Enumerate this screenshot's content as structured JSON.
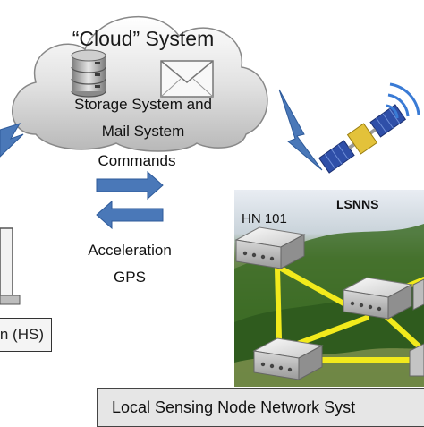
{
  "cloud": {
    "title": "“Cloud” System",
    "line1": "Storage System and",
    "line2": "Mail System",
    "database_icon": "database-icon",
    "mail_icon": "envelope-icon"
  },
  "commands_label": "Commands",
  "acceleration_label": "Acceleration",
  "gps_label": "GPS",
  "hs_label": "n (HS)",
  "lsnns_label": "LSNNS",
  "hn_label": "HN 101",
  "lsnn_caption": "Local Sensing Node Network Syst",
  "colors": {
    "arrow_blue": "#4a78b8",
    "link_yellow": "#f2ea1c",
    "cloud_gray": "#d9d9d9"
  }
}
